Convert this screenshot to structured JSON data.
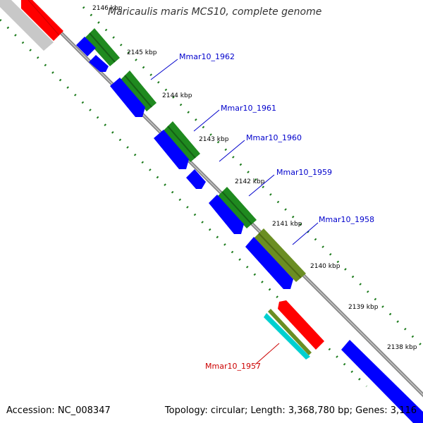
{
  "title": "Maricaulis maris MCS10, complete genome",
  "footer": {
    "accession": "Accession: NC_008347",
    "summary": "Topology: circular; Length: 3,368,780 bp; Genes: 3,116"
  },
  "colors": {
    "backbone": "#888888",
    "tick": "#1a7a1a",
    "forward_gene": "#1f8a1f",
    "reverse_gene": "#0000ff",
    "highlight_red": "#ff0000",
    "olive": "#6b8e23",
    "cyan": "#00d0d0",
    "grey": "#c8c8c8",
    "label_blue": "#0000cc",
    "label_red": "#cc0000"
  },
  "scale_labels": [
    "2146 kbp",
    "2145 kbp",
    "2144 kbp",
    "2143 kbp",
    "2142 kbp",
    "2141 kbp",
    "2140 kbp",
    "2139 kbp",
    "2138 kbp"
  ],
  "gene_labels": [
    {
      "text": "Mmar10_1962",
      "color": "blue"
    },
    {
      "text": "Mmar10_1961",
      "color": "blue"
    },
    {
      "text": "Mmar10_1960",
      "color": "blue"
    },
    {
      "text": "Mmar10_1959",
      "color": "blue"
    },
    {
      "text": "Mmar10_1958",
      "color": "blue"
    },
    {
      "text": "Mmar10_1957",
      "color": "red"
    }
  ]
}
